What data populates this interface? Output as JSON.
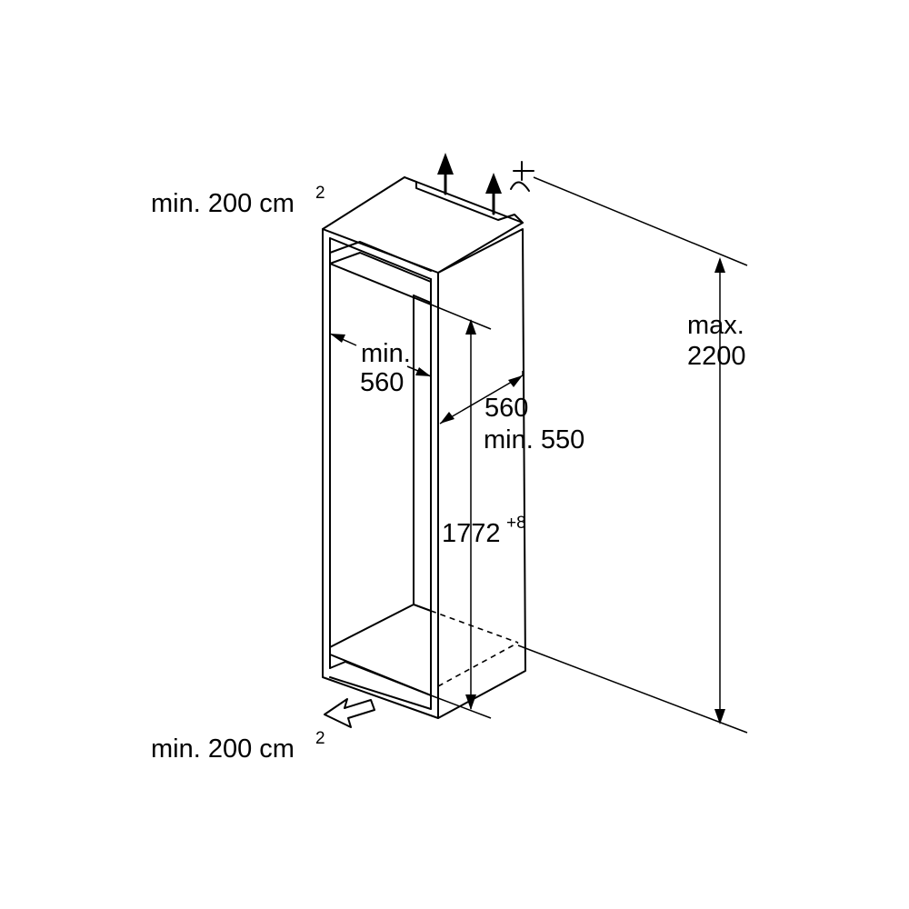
{
  "labels": {
    "vent_top": "min. 200 cm",
    "vent_top_sup": "2",
    "vent_bottom": "min. 200 cm",
    "vent_bottom_sup": "2",
    "width_line1": "min.",
    "width_line2": "560",
    "depth_line1": "560",
    "depth_line2": "min. 550",
    "height_value": "1772",
    "height_tolerance": "+8",
    "max_line1": "max.",
    "max_line2": "2200"
  },
  "colors": {
    "stroke": "#000000",
    "background": "#ffffff"
  },
  "icons": [
    "airflow-up-arrow-icon",
    "airflow-in-arrow-icon",
    "ceiling-fan-symbol-icon"
  ]
}
